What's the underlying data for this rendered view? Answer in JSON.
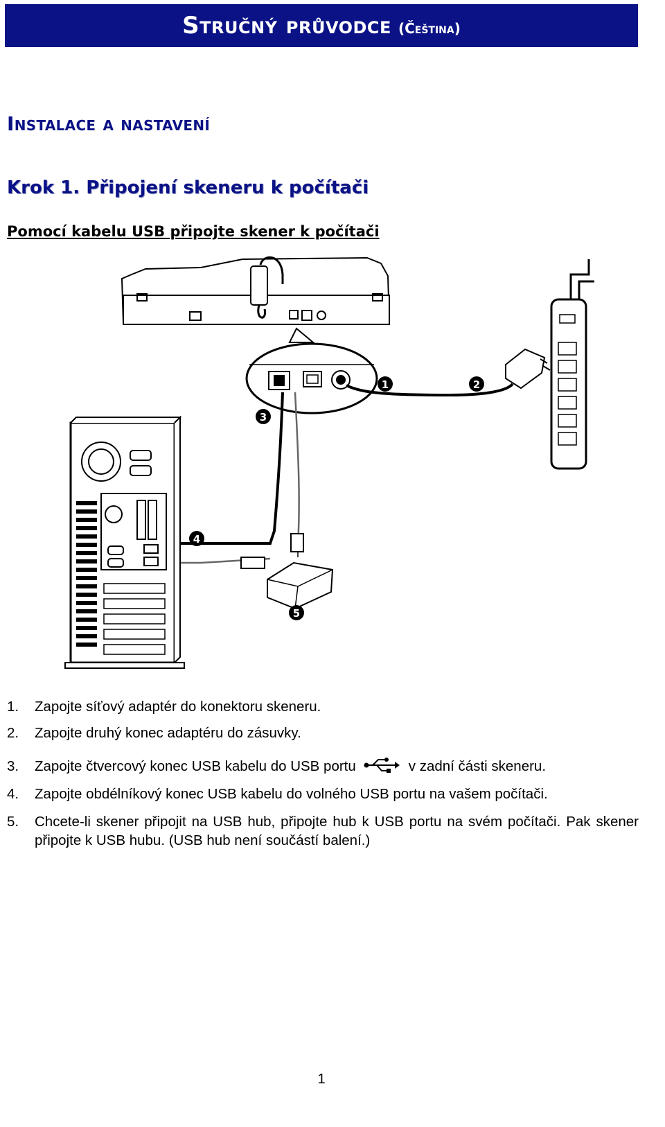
{
  "header": {
    "title": "Stručný průvodce",
    "language": "(Čeština)"
  },
  "section": {
    "title": "Instalace a nastavení"
  },
  "step": {
    "title": "Krok 1.  Připojení skeneru k počítači",
    "subtitle": "Pomocí kabelu USB připojte skener k počítači"
  },
  "diagram": {
    "callouts": [
      "1",
      "2",
      "3",
      "4",
      "5"
    ]
  },
  "instructions": [
    {
      "num": "1.",
      "text": "Zapojte síťový adaptér do konektoru skeneru."
    },
    {
      "num": "2.",
      "text": "Zapojte druhý konec adaptéru do zásuvky."
    },
    {
      "num": "3.",
      "text_before": "Zapojte čtvercový konec USB kabelu do USB portu",
      "text_after": "v zadní části skeneru.",
      "icon": "usb-symbol-icon"
    },
    {
      "num": "4.",
      "text": "Zapojte obdélníkový konec USB kabelu do volného USB portu na vašem počítači."
    },
    {
      "num": "5.",
      "text": "Chcete-li skener připojit na USB hub, připojte hub k USB portu na svém počítači. Pak skener připojte k USB hubu.  (USB hub není součástí balení.)"
    }
  ],
  "footer": {
    "page_number": "1"
  },
  "colors": {
    "title_bar": "#0b1286",
    "heading": "#0b1286"
  }
}
